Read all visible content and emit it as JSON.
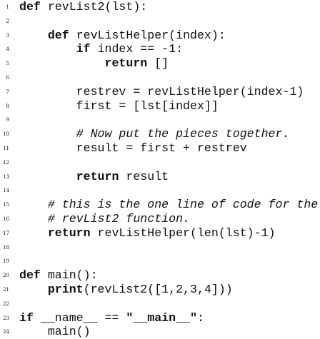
{
  "code": {
    "lines": [
      {
        "number": "1",
        "tokens": [
          {
            "t": "kw",
            "v": "def"
          },
          {
            "t": "text",
            "v": " revList2(lst):"
          }
        ]
      },
      {
        "number": "2",
        "tokens": []
      },
      {
        "number": "3",
        "tokens": [
          {
            "t": "text",
            "v": "    "
          },
          {
            "t": "kw",
            "v": "def"
          },
          {
            "t": "text",
            "v": " revListHelper(index):"
          }
        ]
      },
      {
        "number": "4",
        "tokens": [
          {
            "t": "text",
            "v": "        "
          },
          {
            "t": "kw",
            "v": "if"
          },
          {
            "t": "text",
            "v": " index == -1:"
          }
        ]
      },
      {
        "number": "5",
        "tokens": [
          {
            "t": "text",
            "v": "            "
          },
          {
            "t": "kw",
            "v": "return"
          },
          {
            "t": "text",
            "v": " []"
          }
        ]
      },
      {
        "number": "6",
        "tokens": []
      },
      {
        "number": "7",
        "tokens": [
          {
            "t": "text",
            "v": "        restrev = revListHelper(index-1)"
          }
        ]
      },
      {
        "number": "8",
        "tokens": [
          {
            "t": "text",
            "v": "        first = [lst[index]]"
          }
        ]
      },
      {
        "number": "9",
        "tokens": []
      },
      {
        "number": "10",
        "tokens": [
          {
            "t": "text",
            "v": "        "
          },
          {
            "t": "comment",
            "v": "# Now put the pieces together."
          }
        ]
      },
      {
        "number": "11",
        "tokens": [
          {
            "t": "text",
            "v": "        result = first + restrev"
          }
        ]
      },
      {
        "number": "12",
        "tokens": []
      },
      {
        "number": "13",
        "tokens": [
          {
            "t": "text",
            "v": "        "
          },
          {
            "t": "kw",
            "v": "return"
          },
          {
            "t": "text",
            "v": " result"
          }
        ]
      },
      {
        "number": "14",
        "tokens": []
      },
      {
        "number": "15",
        "tokens": [
          {
            "t": "text",
            "v": "    "
          },
          {
            "t": "comment",
            "v": "# this is the one line of code for the"
          }
        ]
      },
      {
        "number": "16",
        "tokens": [
          {
            "t": "text",
            "v": "    "
          },
          {
            "t": "comment",
            "v": "# revList2 function."
          }
        ]
      },
      {
        "number": "17",
        "tokens": [
          {
            "t": "text",
            "v": "    "
          },
          {
            "t": "kw",
            "v": "return"
          },
          {
            "t": "text",
            "v": " revListHelper(len(lst)-1)"
          }
        ]
      },
      {
        "number": "18",
        "tokens": []
      },
      {
        "number": "19",
        "tokens": []
      },
      {
        "number": "20",
        "tokens": [
          {
            "t": "kw",
            "v": "def"
          },
          {
            "t": "text",
            "v": " main():"
          }
        ]
      },
      {
        "number": "21",
        "tokens": [
          {
            "t": "text",
            "v": "    "
          },
          {
            "t": "kw",
            "v": "print"
          },
          {
            "t": "text",
            "v": "(revList2([1,2,3,4]))"
          }
        ]
      },
      {
        "number": "22",
        "tokens": []
      },
      {
        "number": "23",
        "tokens": [
          {
            "t": "kw",
            "v": "if"
          },
          {
            "t": "text",
            "v": " __name__ == "
          },
          {
            "t": "kw",
            "v": "\"__main__\""
          },
          {
            "t": "text",
            "v": ":"
          }
        ]
      },
      {
        "number": "24",
        "tokens": [
          {
            "t": "text",
            "v": "    main()"
          }
        ]
      }
    ]
  }
}
